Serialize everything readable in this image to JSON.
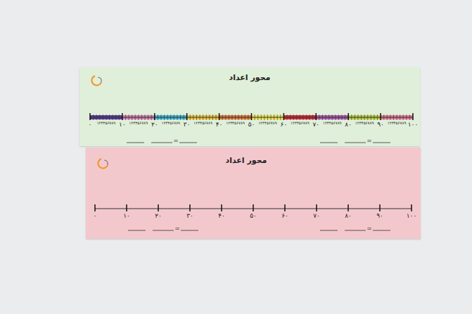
{
  "diagram": {
    "nodes": [
      {
        "text": [
          "محور اعداد"
        ]
      },
      {
        "text": [
          "محور اعداد"
        ]
      }
    ],
    "labels": [
      "۰",
      "۱۰",
      "۲۰",
      "۳۰",
      "۴۰",
      "۵۰",
      "۶۰",
      "۷۰",
      "۸۰",
      "۹۰",
      "۱۰۰",
      "۱۲۳۴۵۶۷۸۹",
      "۱۲۳۴۵۶۷۸۹",
      "۱۲۳۴۵۶۷۸۹",
      "۱۲۳۴۵۶۷۸۹",
      "۱۲۳۴۵۶۷۸۹",
      "۱۲۳۴۵۶۷۸۹",
      "۱۲۳۴۵۶۷۸۹",
      "۱۲۳۴۵۶۷۸۹",
      "۱۲۳۴۵۶۷۸۹",
      "۱۲۳۴۵۶۷۸۹",
      "=",
      "=",
      "۰",
      "۱۰",
      "۲۰",
      "۳۰",
      "۴۰",
      "۵۰",
      "۶۰",
      "۷۰",
      "۸۰",
      "۹۰",
      "۱۰۰",
      "=",
      "="
    ]
  }
}
